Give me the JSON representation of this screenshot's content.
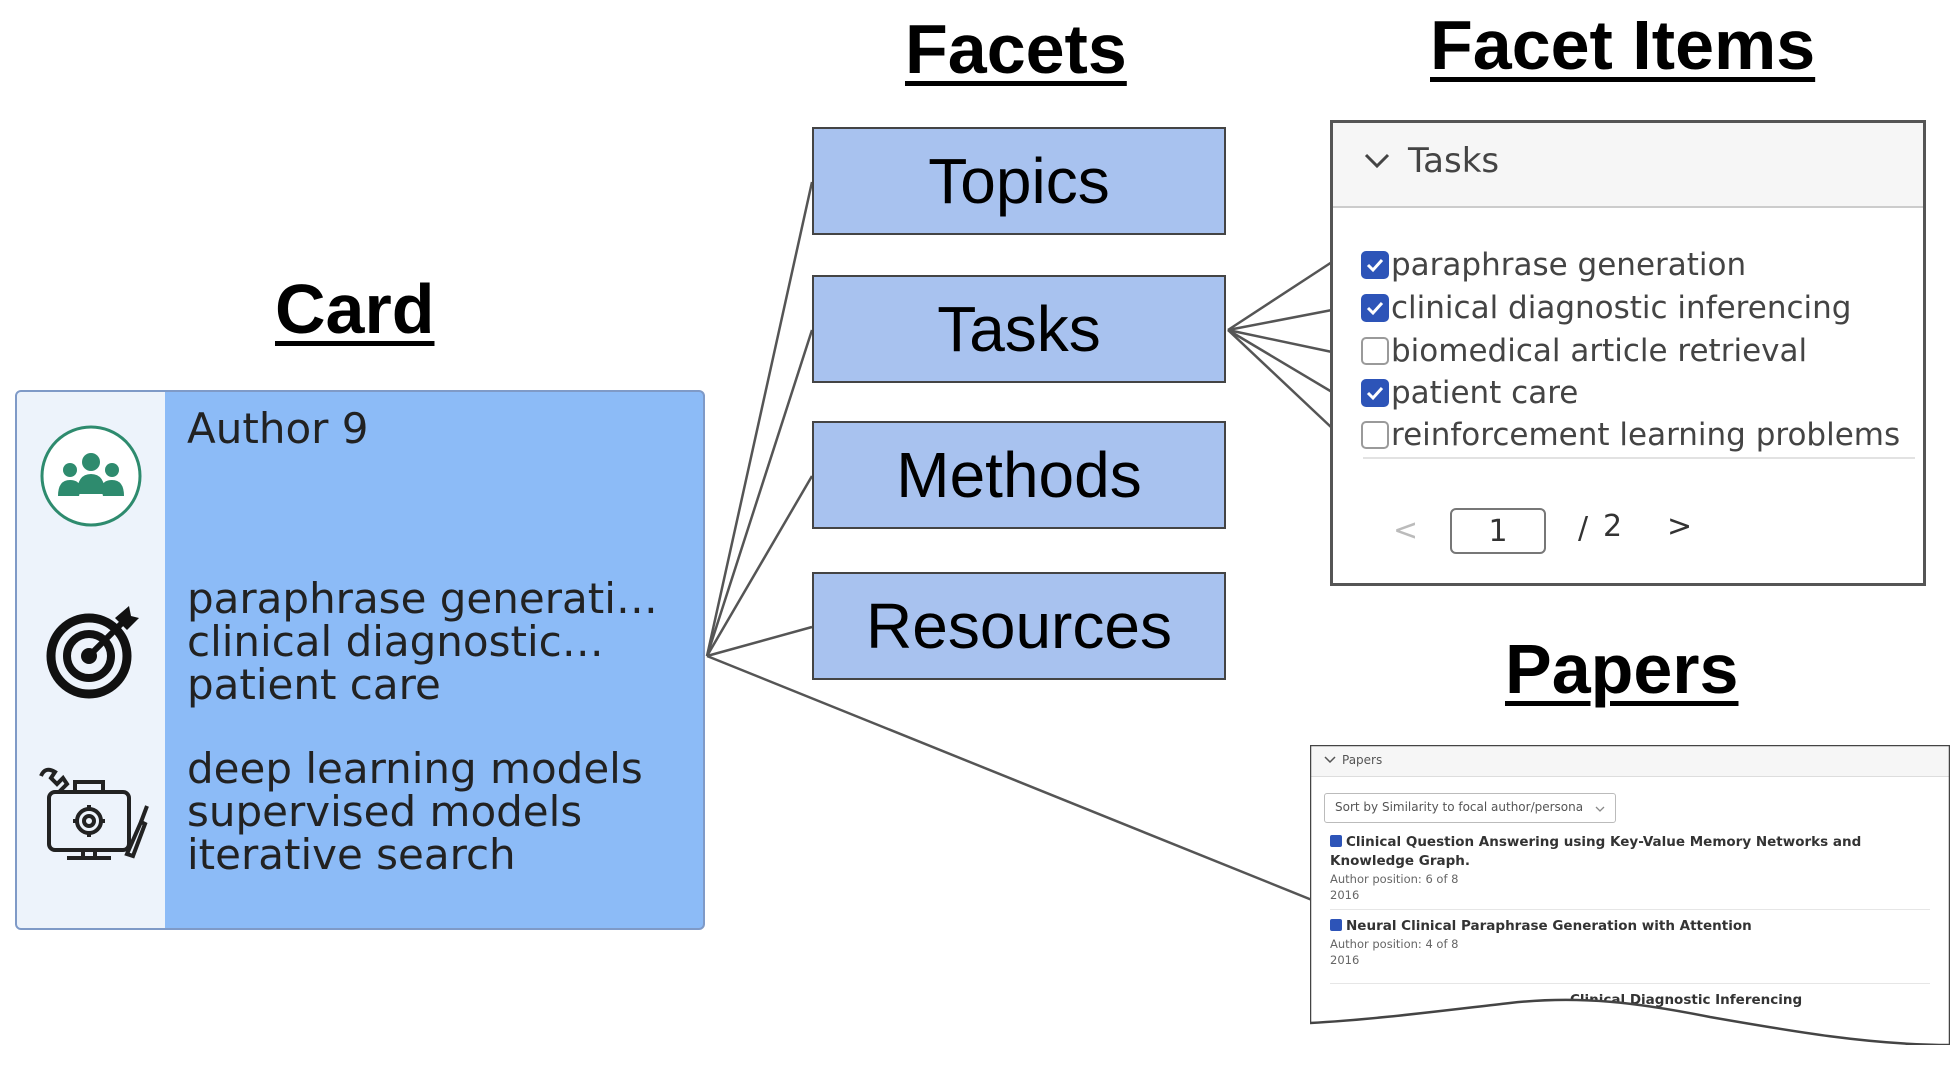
{
  "headings": {
    "card": "Card",
    "facets": "Facets",
    "facet_items": "Facet Items",
    "papers": "Papers"
  },
  "card": {
    "author": "Author 9",
    "icons": [
      "team-icon",
      "target-icon",
      "toolkit-icon"
    ],
    "tasks": [
      "paraphrase generati…",
      "clinical diagnostic…",
      "patient care"
    ],
    "methods": [
      "deep learning models",
      "supervised models",
      "iterative search"
    ]
  },
  "facets": [
    "Topics",
    "Tasks",
    "Methods",
    "Resources"
  ],
  "facet_items": {
    "header": "Tasks",
    "items": [
      {
        "label": "paraphrase generation",
        "checked": true
      },
      {
        "label": "clinical diagnostic inferencing",
        "checked": true
      },
      {
        "label": "biomedical article retrieval",
        "checked": false
      },
      {
        "label": "patient care",
        "checked": true
      },
      {
        "label": "reinforcement learning problems",
        "checked": false
      }
    ],
    "pager": {
      "current": "1",
      "separator": "/",
      "total": "2",
      "prev": "<",
      "next": ">"
    }
  },
  "papers": {
    "header": "Papers",
    "sort_label": "Sort by Similarity to focal author/persona",
    "items": [
      {
        "title": "Clinical Question Answering using Key-Value Memory Networks and Knowledge Graph.",
        "position": "Author position: 6 of 8",
        "year": "2016",
        "checked": true
      },
      {
        "title": "Neural Clinical Paraphrase Generation with Attention",
        "position": "Author position: 4 of 8",
        "year": "2016",
        "checked": true
      },
      {
        "title": "Clinical Diagnostic Inferencing",
        "position": "",
        "year": "",
        "checked": false
      }
    ]
  },
  "colors": {
    "card_fill": "#8cbbf7",
    "card_icon_strip": "#edf3fb",
    "facet_fill": "#a8c2ef",
    "checkbox_checked": "#2d54b8",
    "team_icon": "#2e8b6e"
  }
}
